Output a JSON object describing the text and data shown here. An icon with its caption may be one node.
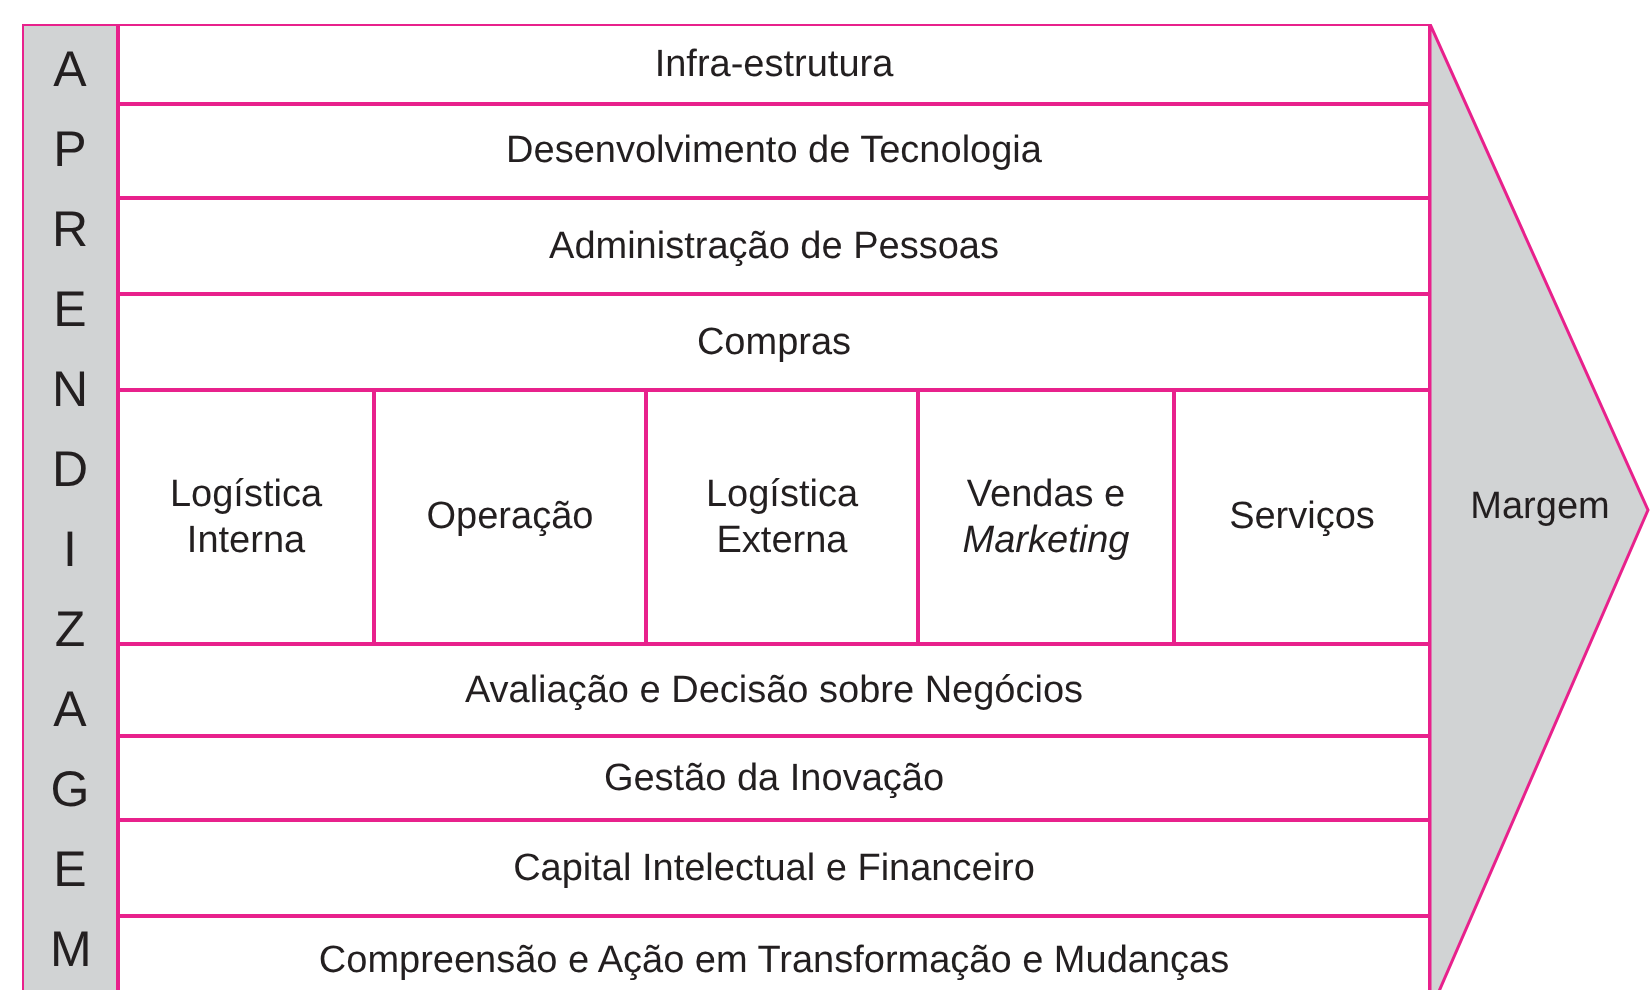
{
  "diagram": {
    "nodes": [
      {
        "text": [
          "APRENDIZAGEM"
        ]
      },
      {
        "text": [
          "Infra-estrutura"
        ]
      },
      {
        "text": [
          "Desenvolvimento de Tecnologia"
        ]
      },
      {
        "text": [
          "Administração de Pessoas"
        ]
      },
      {
        "text": [
          "Compras"
        ]
      },
      {
        "text": [
          "Logística Interna"
        ]
      },
      {
        "text": [
          "Operação"
        ]
      },
      {
        "text": [
          "Logística Externa"
        ]
      },
      {
        "text": [
          "Vendas e *Marketing*"
        ]
      },
      {
        "text": [
          "Serviços"
        ]
      },
      {
        "text": [
          "Avaliação e Decisão sobre Negócios"
        ]
      },
      {
        "text": [
          "Gestão da Inovação"
        ]
      },
      {
        "text": [
          "Capital Intelectual e Financeiro"
        ]
      },
      {
        "text": [
          "Compreensão e Ação em Transformação e Mudanças"
        ]
      },
      {
        "text": [
          "Margem"
        ]
      }
    ]
  }
}
